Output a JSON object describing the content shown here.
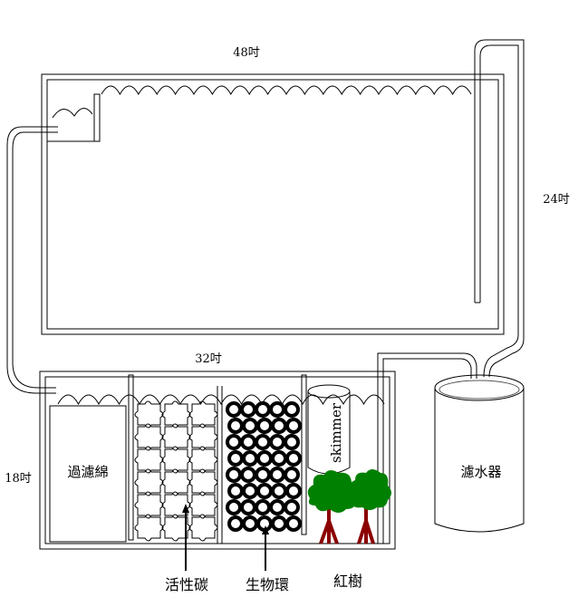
{
  "dimensions": {
    "main_tank_length": "48吋",
    "main_tank_height": "24吋",
    "sump_length": "32吋",
    "sump_height": "18吋"
  },
  "components": {
    "filter_sponge": "過濾綿",
    "activated_carbon": "活性碳",
    "bio_rings": "生物環",
    "mangrove": "紅樹",
    "skimmer": "skimmer",
    "water_filter": "濾水器"
  },
  "colors": {
    "outline": "#000000",
    "tree_foliage": "#008000",
    "tree_trunk": "#8b0000"
  }
}
